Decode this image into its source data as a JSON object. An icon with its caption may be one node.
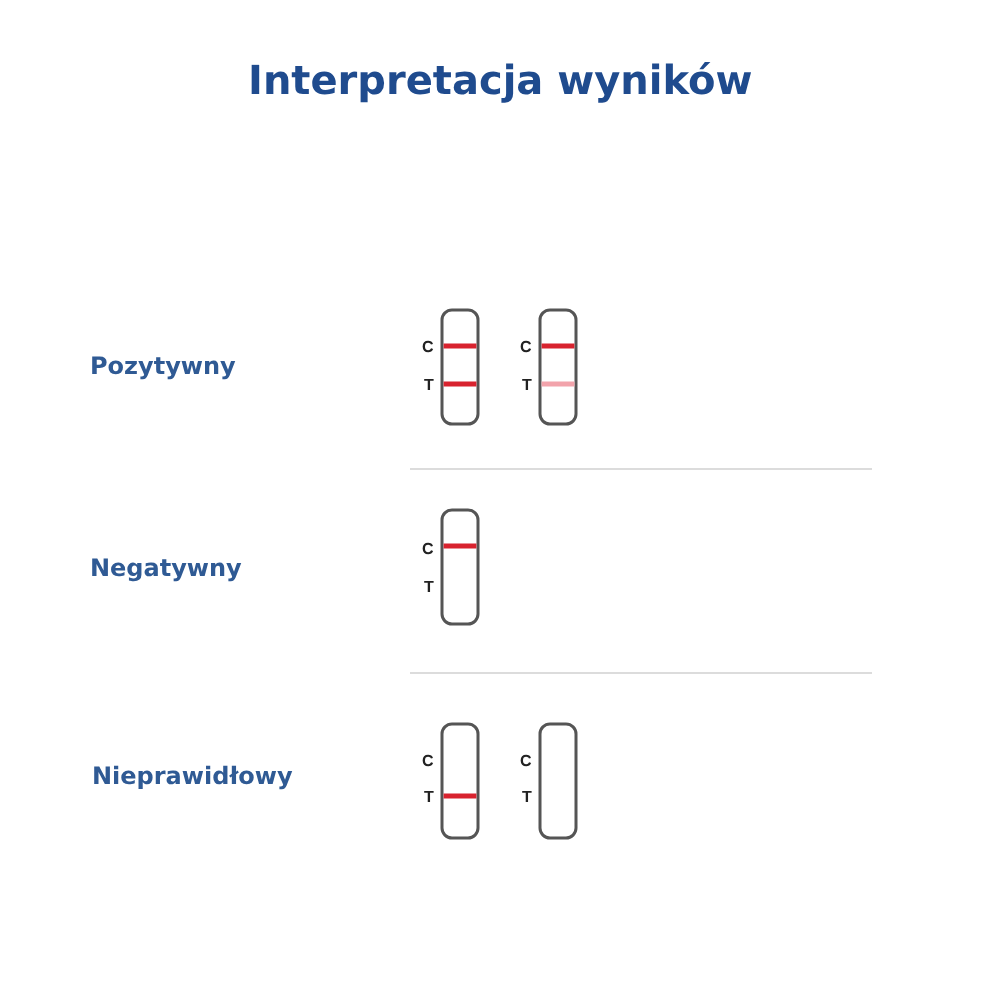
{
  "diagram": {
    "title": "Interpretacja wyników",
    "labels": [
      "Pozytywny",
      "C",
      "T",
      "C",
      "T",
      "Negatywny",
      "C",
      "T",
      "Nieprawidłowy",
      "C",
      "T",
      "C",
      "T"
    ]
  }
}
